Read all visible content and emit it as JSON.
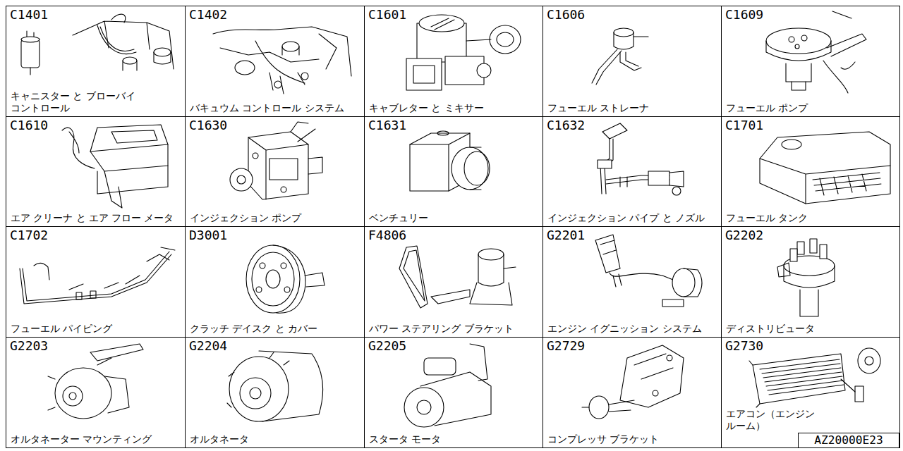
{
  "diagram": {
    "nodes": [
      {
        "text": [
          "C1401",
          "キャニスター と ブローバイ コントロール"
        ]
      },
      {
        "text": [
          "C1402",
          "バキュウム コントロール システム"
        ]
      },
      {
        "text": [
          "C1601",
          "キャブレター と ミキサー"
        ]
      },
      {
        "text": [
          "C1606",
          "フューエル ストレーナ"
        ]
      },
      {
        "text": [
          "C1609",
          "フューエル ポンプ"
        ]
      },
      {
        "text": [
          "C1610",
          "エア クリーナ と エア フロー メータ"
        ]
      },
      {
        "text": [
          "C1630",
          "インジェクション ポンプ"
        ]
      },
      {
        "text": [
          "C1631",
          "ベンチュリー"
        ]
      },
      {
        "text": [
          "C1632",
          "インジェクション パイプ と ノズル"
        ]
      },
      {
        "text": [
          "C1701",
          "フューエル タンク"
        ]
      },
      {
        "text": [
          "C1702",
          "フューエル パイピング"
        ]
      },
      {
        "text": [
          "D3001",
          "クラッチ デイスク と カバー"
        ]
      },
      {
        "text": [
          "F4806",
          "パワー ステアリング ブラケット"
        ]
      },
      {
        "text": [
          "G2201",
          "エンジン イグニッション システム"
        ]
      },
      {
        "text": [
          "G2202",
          "ディストリビュータ"
        ]
      },
      {
        "text": [
          "G2203",
          "オルタネーター マウンティング"
        ]
      },
      {
        "text": [
          "G2204",
          "オルタネータ"
        ]
      },
      {
        "text": [
          "G2205",
          "スタータ モータ"
        ]
      },
      {
        "text": [
          "G2729",
          "コンプレッサ ブラケット"
        ]
      },
      {
        "text": [
          "G2730",
          "エアコン（エンジン ルーム）"
        ]
      },
      {
        "text": [
          "AZ20000E23"
        ]
      }
    ]
  }
}
